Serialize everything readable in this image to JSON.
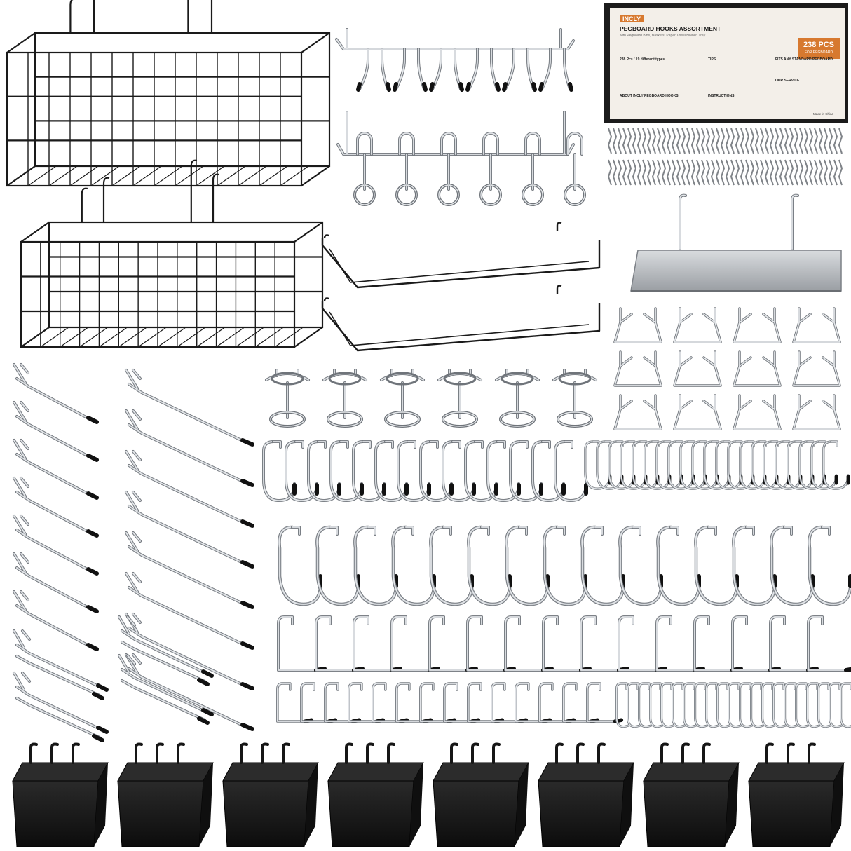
{
  "product_box": {
    "brand": "INCLY",
    "title": "PEGBOARD HOOKS ASSORTMENT",
    "subtitle": "with Pegboard Bins, Baskets, Paper Towel Holder, Tray",
    "count": "238 PCS",
    "count_note": "FOR PEGBOARD",
    "contents_heading": "238 Pcs / 19 different types",
    "tips_heading": "TIPS",
    "fits_heading": "FITS ANY STANDARD PEGBOARD",
    "service_heading": "OUR SERVICE",
    "about_heading": "ABOUT INCLY PEGBOARD HOOKS",
    "instructions_heading": "INSTRUCTIONS",
    "origin": "Made in China"
  },
  "palette": {
    "background": "#ffffff",
    "black_wire": "#1a1a1a",
    "steel": "#a9adb3",
    "steel_highlight": "#e4e7ea",
    "steel_shadow": "#6f747a",
    "rubber_tip": "#111111",
    "bin_black": "#161616",
    "box_dark": "#1b1b1b",
    "box_orange": "#d7792f"
  },
  "icons": [
    "wire-basket",
    "multi-hook-bar",
    "ring-holder-bar",
    "paper-towel-holder",
    "zip-ties",
    "metal-shelf-tray",
    "triangle-hook",
    "single-ring-holder",
    "j-hook",
    "curved-hook",
    "l-hook",
    "straight-hook",
    "long-peg-hook",
    "double-peg-hook",
    "pegboard-bin"
  ]
}
